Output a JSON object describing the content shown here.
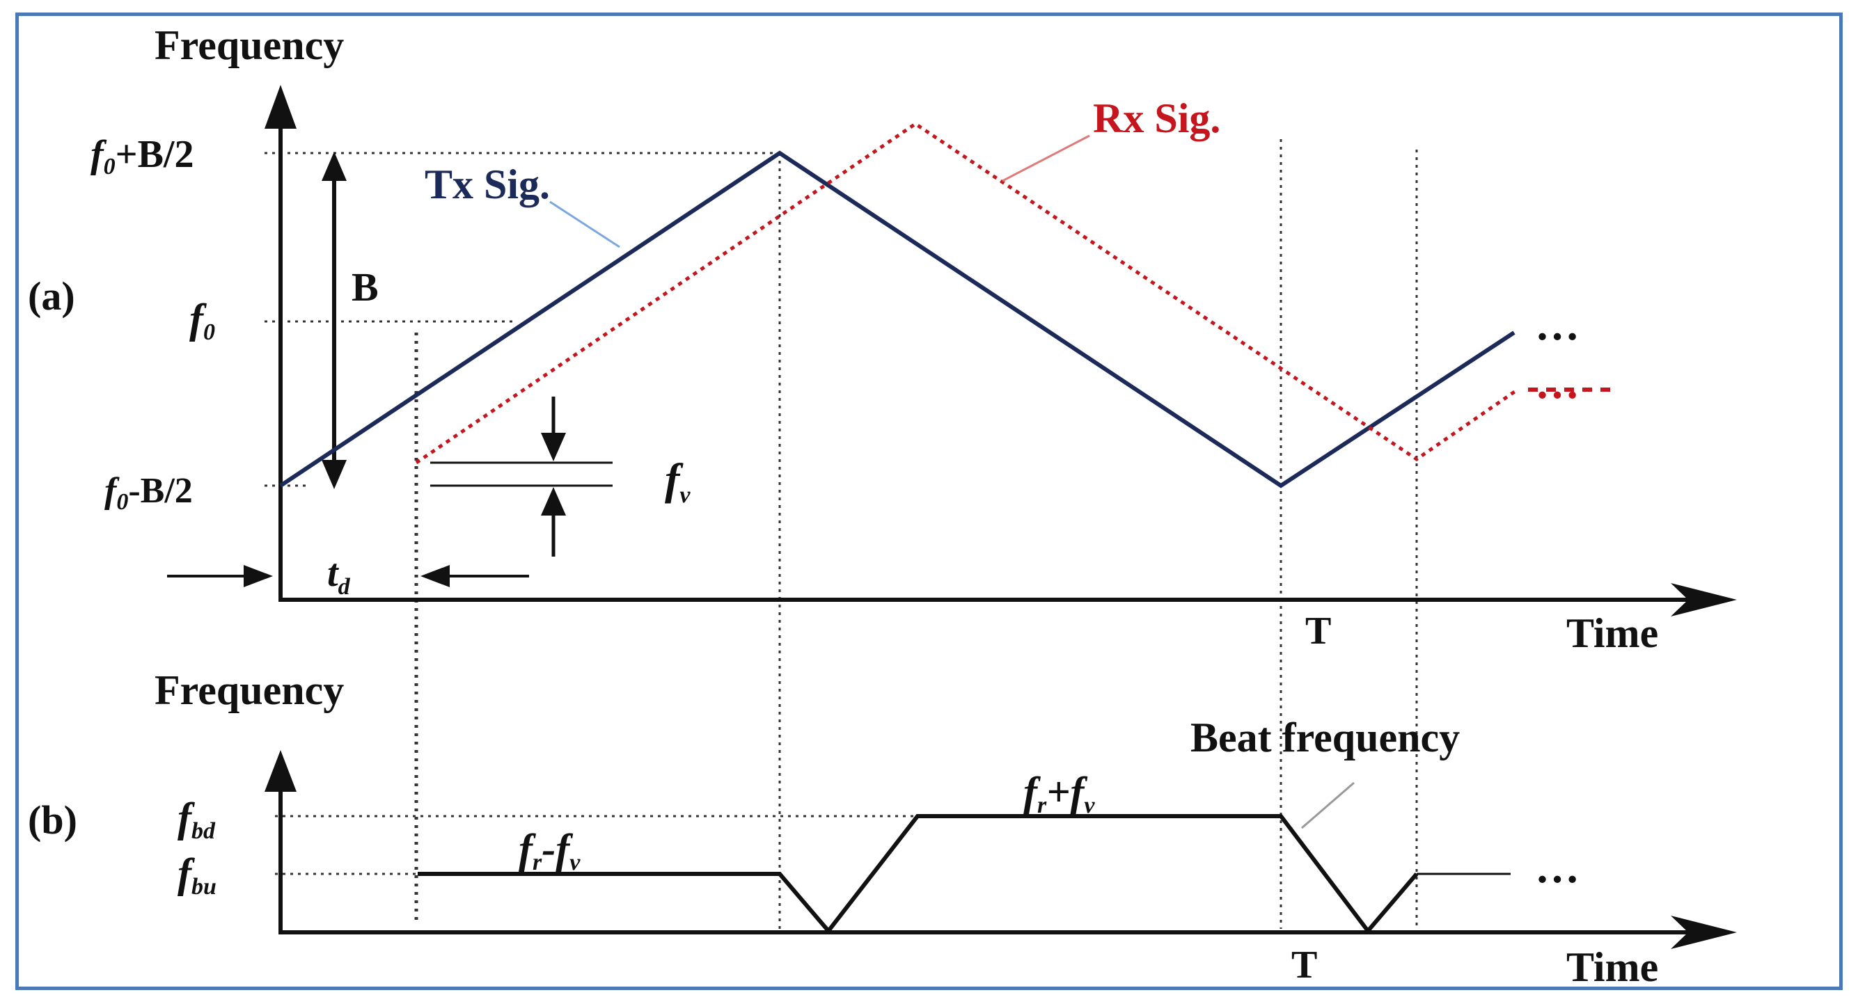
{
  "colors": {
    "tx": "#1c2a5a",
    "rx": "#c4161c",
    "axis": "#111111",
    "guide": "#333333",
    "border": "#4a78b8",
    "callout_tx": "#7aa7e0",
    "callout_rx": "#e07a7a",
    "callout_beat": "#999999"
  },
  "panel_a": {
    "label": "(a)",
    "y_axis": "Frequency",
    "x_axis": "Time",
    "tick_top": {
      "base": "f",
      "sub": "0",
      "rest": "+B/2"
    },
    "tick_mid": {
      "base": "f",
      "sub": "0"
    },
    "tick_bot": {
      "base": "f",
      "sub": "0",
      "rest": "-B/2"
    },
    "bandwidth": "B",
    "delay": {
      "base": "t",
      "sub": "d"
    },
    "doppler": {
      "base": "f",
      "sub": "v"
    },
    "period": "T",
    "tx_label": "Tx Sig.",
    "rx_label": "Rx Sig.",
    "ellipsis_tx": "…",
    "ellipsis_rx": "…"
  },
  "panel_b": {
    "label": "(b)",
    "y_axis": "Frequency",
    "x_axis": "Time",
    "tick_bd": {
      "base": "f",
      "sub": "bd"
    },
    "tick_bu": {
      "base": "f",
      "sub": "bu"
    },
    "up_beat": {
      "a": "f",
      "as": "r",
      "op": "-",
      "b": "f",
      "bs": "v"
    },
    "down_beat": {
      "a": "f",
      "as": "r",
      "op": "+",
      "b": "f",
      "bs": "v"
    },
    "beat_label": "Beat frequency",
    "period": "T",
    "ellipsis": "…"
  }
}
